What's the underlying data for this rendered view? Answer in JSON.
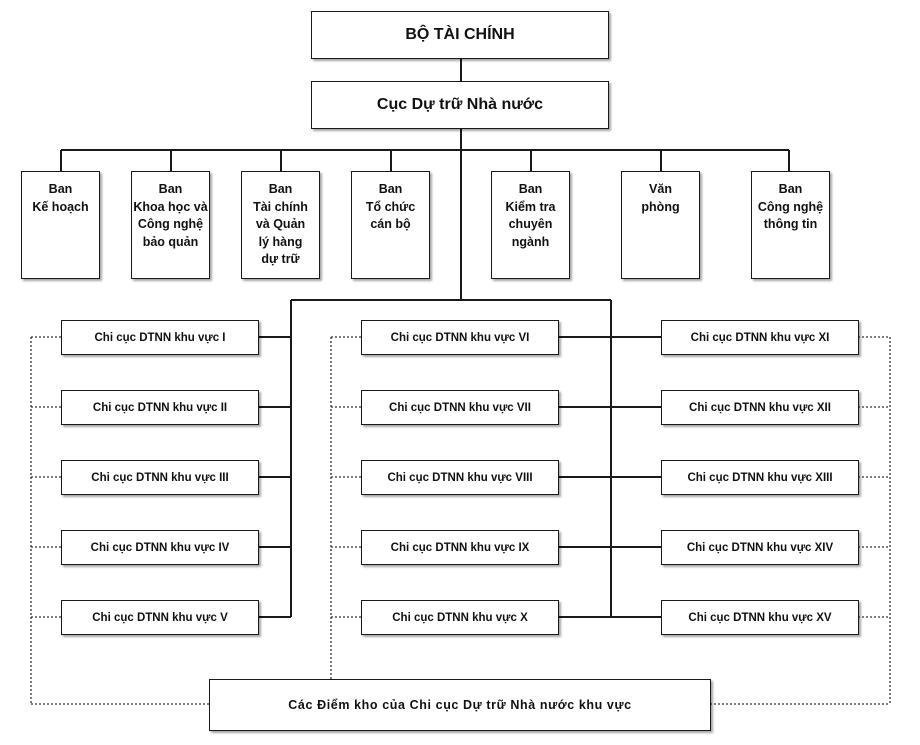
{
  "ministry": "BỘ TÀI CHÍNH",
  "department": "Cục Dự trữ Nhà nước",
  "boards": [
    "Ban\nKế hoạch",
    "Ban\nKhoa học và\nCông nghệ\nbảo quản",
    "Ban\nTài chính\nvà Quản\nlý hàng\ndự trữ",
    "Ban\nTổ chức\ncán bộ",
    "Ban\nKiểm tra\nchuyên\nngành",
    "Văn\nphòng",
    "Ban\nCông nghệ\nthông tin"
  ],
  "branches": {
    "column_1": [
      "Chi cục DTNN khu vực I",
      "Chi cục DTNN khu vực II",
      "Chi cục DTNN khu vực III",
      "Chi cục DTNN khu vực IV",
      "Chi cục DTNN khu vực V"
    ],
    "column_2": [
      "Chi cục DTNN khu vực VI",
      "Chi cục DTNN khu vực VII",
      "Chi cục DTNN khu vực VIII",
      "Chi cục DTNN khu vực IX",
      "Chi cục DTNN khu vực X"
    ],
    "column_3": [
      "Chi cục DTNN khu vực XI",
      "Chi cục DTNN khu vực XII",
      "Chi cục DTNN khu vực XIII",
      "Chi cục DTNN khu vực XIV",
      "Chi cục DTNN khu vực XV"
    ]
  },
  "warehouses": "Các Điểm kho của Chi cục Dự trữ Nhà nước khu vực"
}
